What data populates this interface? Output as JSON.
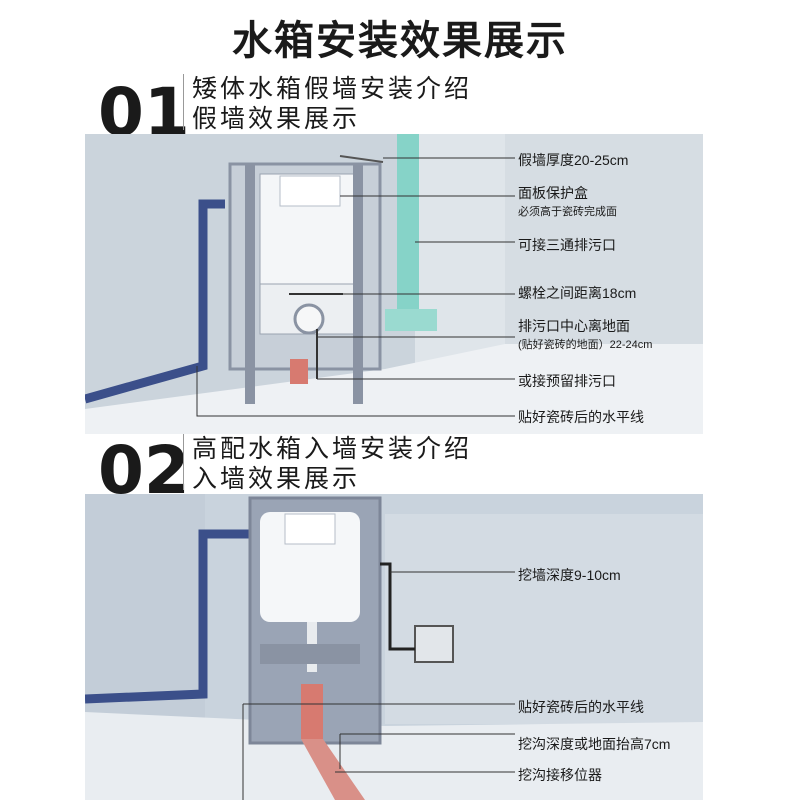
{
  "page_title": "水箱安装效果展示",
  "section1": {
    "number": "01",
    "line1": "矮体水箱假墙安装介绍",
    "line2": "假墙效果展示",
    "labels": {
      "wall_thickness": "假墙厚度20-25cm",
      "panel_box": "面板保护盒",
      "panel_box_note": "必须高于瓷砖完成面",
      "tee_outlet": "可接三通排污口",
      "bolt_distance": "螺栓之间距离18cm",
      "outlet_height": "排污口中心离地面",
      "outlet_height_note": "(贴好瓷砖的地面）22-24cm",
      "reserved_outlet": "或接预留排污口",
      "tile_level": "贴好瓷砖后的水平线"
    }
  },
  "section2": {
    "number": "02",
    "line1": "高配水箱入墙安装介绍",
    "line2": "入墙效果展示",
    "labels": {
      "wall_depth": "挖墙深度9-10cm",
      "tile_level": "贴好瓷砖后的水平线",
      "trench_depth": "挖沟深度或地面抬高7cm",
      "trench_shift": "挖沟接移位器"
    }
  },
  "colors": {
    "scene_bg": "#c9d3dd",
    "pipe_blue": "#3b4f8a",
    "pipe_green": "#7fd0c5",
    "frame_gray": "#8a93a3",
    "drain_red": "#d77a70"
  }
}
